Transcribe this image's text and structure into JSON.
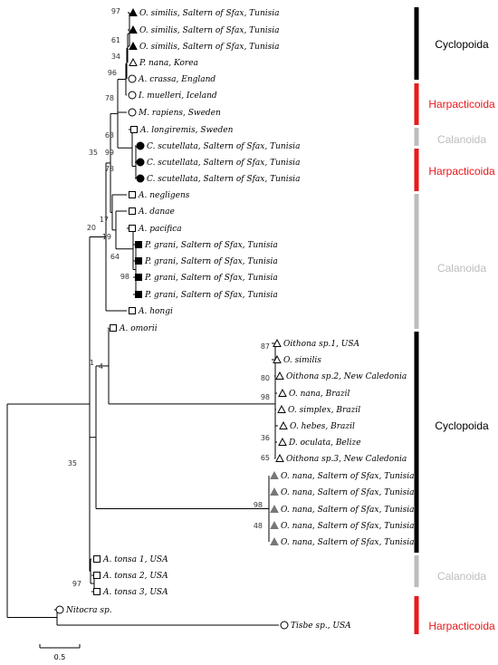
{
  "colors": {
    "branch": "#000000",
    "cyclopoida": "#000000",
    "harpacticoida": "#e8191c",
    "calanoida": "#bdbdbd",
    "grey_marker": "#777777"
  },
  "taxa": [
    {
      "label": "O. similis, Saltern of Sfax, Tunisia",
      "marker": "triangle-filled"
    },
    {
      "label": "O. similis, Saltern of Sfax, Tunisia",
      "marker": "triangle-filled"
    },
    {
      "label": "O. similis, Saltern of Sfax, Tunisia",
      "marker": "triangle-filled"
    },
    {
      "label": "P. nana, Korea",
      "marker": "triangle-open"
    },
    {
      "label": "A. crassa, England",
      "marker": "circle-open"
    },
    {
      "label": "I. muelleri, Iceland",
      "marker": "circle-open"
    },
    {
      "label": "M. rapiens, Sweden",
      "marker": "circle-open"
    },
    {
      "label": "A. longiremis, Sweden",
      "marker": "square-open"
    },
    {
      "label": "C. scutellata, Saltern of Sfax, Tunisia",
      "marker": "circle-filled"
    },
    {
      "label": "C. scutellata, Saltern of Sfax, Tunisia",
      "marker": "circle-filled"
    },
    {
      "label": "C. scutellata, Saltern of Sfax, Tunisia",
      "marker": "circle-filled"
    },
    {
      "label": "A. negligens",
      "marker": "square-open"
    },
    {
      "label": "A. danae",
      "marker": "square-open"
    },
    {
      "label": "A. pacifica",
      "marker": "square-open"
    },
    {
      "label": "P. grani, Saltern of Sfax, Tunisia",
      "marker": "square-filled"
    },
    {
      "label": "P. grani, Saltern of Sfax, Tunisia",
      "marker": "square-filled"
    },
    {
      "label": "P. grani, Saltern of Sfax, Tunisia",
      "marker": "square-filled"
    },
    {
      "label": "P. grani, Saltern of Sfax, Tunisia",
      "marker": "square-filled"
    },
    {
      "label": "A. hongi",
      "marker": "square-open"
    },
    {
      "label": "A. omorii",
      "marker": "square-open"
    },
    {
      "label": "Oithona sp.1, USA",
      "marker": "triangle-open"
    },
    {
      "label": "O. similis",
      "marker": "triangle-open"
    },
    {
      "label": "Oithona sp.2, New Caledonia",
      "marker": "triangle-open"
    },
    {
      "label": "O. nana, Brazil",
      "marker": "triangle-open"
    },
    {
      "label": "O. simplex, Brazil",
      "marker": "triangle-open"
    },
    {
      "label": "O. hebes, Brazil",
      "marker": "triangle-open"
    },
    {
      "label": "D. oculata, Belize",
      "marker": "triangle-open"
    },
    {
      "label": "Oithona sp.3, New Caledonia",
      "marker": "triangle-open"
    },
    {
      "label": "O. nana, Saltern of Sfax, Tunisia",
      "marker": "triangle-grey"
    },
    {
      "label": "O. nana, Saltern of Sfax, Tunisia",
      "marker": "triangle-grey"
    },
    {
      "label": "O. nana, Saltern of Sfax, Tunisia",
      "marker": "triangle-grey"
    },
    {
      "label": "O. nana, Saltern of Sfax, Tunisia",
      "marker": "triangle-grey"
    },
    {
      "label": "O. nana, Saltern of Sfax, Tunisia",
      "marker": "triangle-grey"
    },
    {
      "label": "A. tonsa 1, USA",
      "marker": "square-open"
    },
    {
      "label": "A. tonsa 2, USA",
      "marker": "square-open"
    },
    {
      "label": "A. tonsa 3, USA",
      "marker": "square-open"
    },
    {
      "label": "Nitocra sp.",
      "marker": "circle-open"
    },
    {
      "label": "Tisbe sp., USA",
      "marker": "circle-open"
    }
  ],
  "bootstrap": [
    "97",
    "61",
    "34",
    "96",
    "78",
    "63",
    "99",
    "73",
    "35",
    "17",
    "19",
    "64",
    "98",
    "20",
    "1",
    "4",
    "87",
    "80",
    "98",
    "36",
    "65",
    "35",
    "98",
    "48",
    "97"
  ],
  "groups": [
    {
      "label": "Cyclopoida",
      "color": "#000000"
    },
    {
      "label": "Harpacticoida",
      "color": "#e8191c"
    },
    {
      "label": "Calanoida",
      "color": "#bdbdbd"
    },
    {
      "label": "Harpacticoida",
      "color": "#e8191c"
    },
    {
      "label": "Calanoida",
      "color": "#bdbdbd"
    },
    {
      "label": "Cyclopoida",
      "color": "#000000"
    },
    {
      "label": "Calanoida",
      "color": "#bdbdbd"
    },
    {
      "label": "Harpacticoida",
      "color": "#e8191c"
    }
  ],
  "scale_bar": {
    "label": "0.5"
  }
}
